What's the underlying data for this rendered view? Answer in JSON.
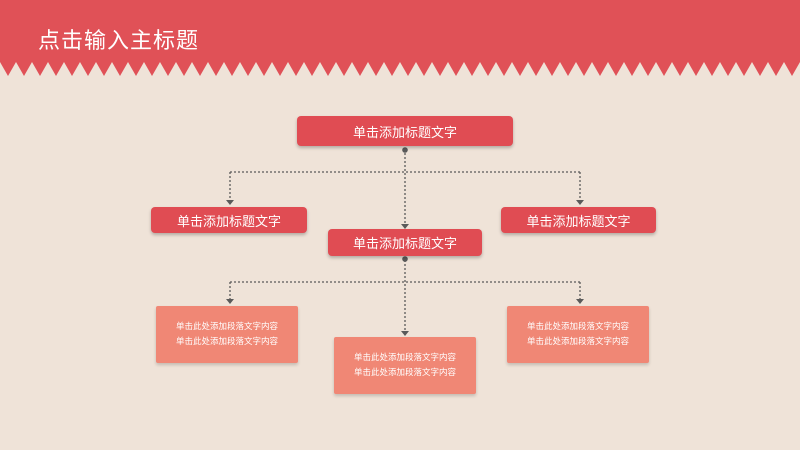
{
  "slide": {
    "title": "点击输入主标题"
  },
  "diagram": {
    "root": "单击添加标题文字",
    "level2": {
      "left": "单击添加标题文字",
      "center": "单击添加标题文字",
      "right": "单击添加标题文字"
    },
    "level3": {
      "left": {
        "line1": "单击此处添加段落文字内容",
        "line2": "单击此处添加段落文字内容"
      },
      "center": {
        "line1": "单击此处添加段落文字内容",
        "line2": "单击此处添加段落文字内容"
      },
      "right": {
        "line1": "单击此处添加段落文字内容",
        "line2": "单击此处添加段落文字内容"
      }
    }
  },
  "colors": {
    "background": "#efe3d8",
    "header": "#e05157",
    "title_node": "#e04c53",
    "body_node": "#f08775",
    "connector": "#5a5a5a"
  }
}
